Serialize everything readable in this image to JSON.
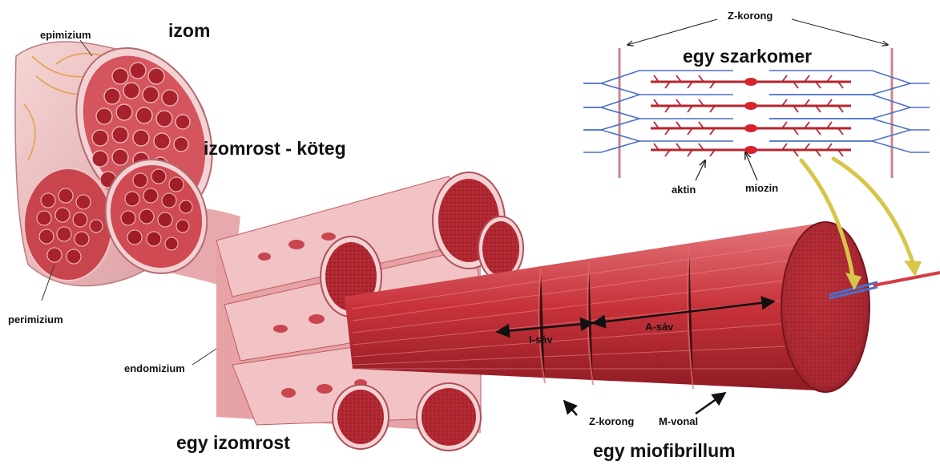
{
  "labels": {
    "muscle": "izom",
    "epimysium": "epimizium",
    "fascicle": "izomrost - köteg",
    "perimysium": "perimizium",
    "endomysium": "endomizium",
    "muscle_fiber": "egy izomrost",
    "myofibril": "egy miofibrillum",
    "z_disc_top": "Z-korong",
    "sarcomere": "egy szarkomer",
    "actin": "aktin",
    "myosin": "miozin",
    "i_band": "I-sáv",
    "a_band": "A-sáv",
    "z_disc_bottom": "Z-korong",
    "m_line": "M-vonal"
  },
  "colors": {
    "muscle_red": "#c8323a",
    "dark_red": "#9e1e28",
    "tissue_pink": "#f0bfc0",
    "filament_blue": "#4a6fc9",
    "z_line": "#c9848e",
    "arrow_yellow": "#d8c64a"
  }
}
